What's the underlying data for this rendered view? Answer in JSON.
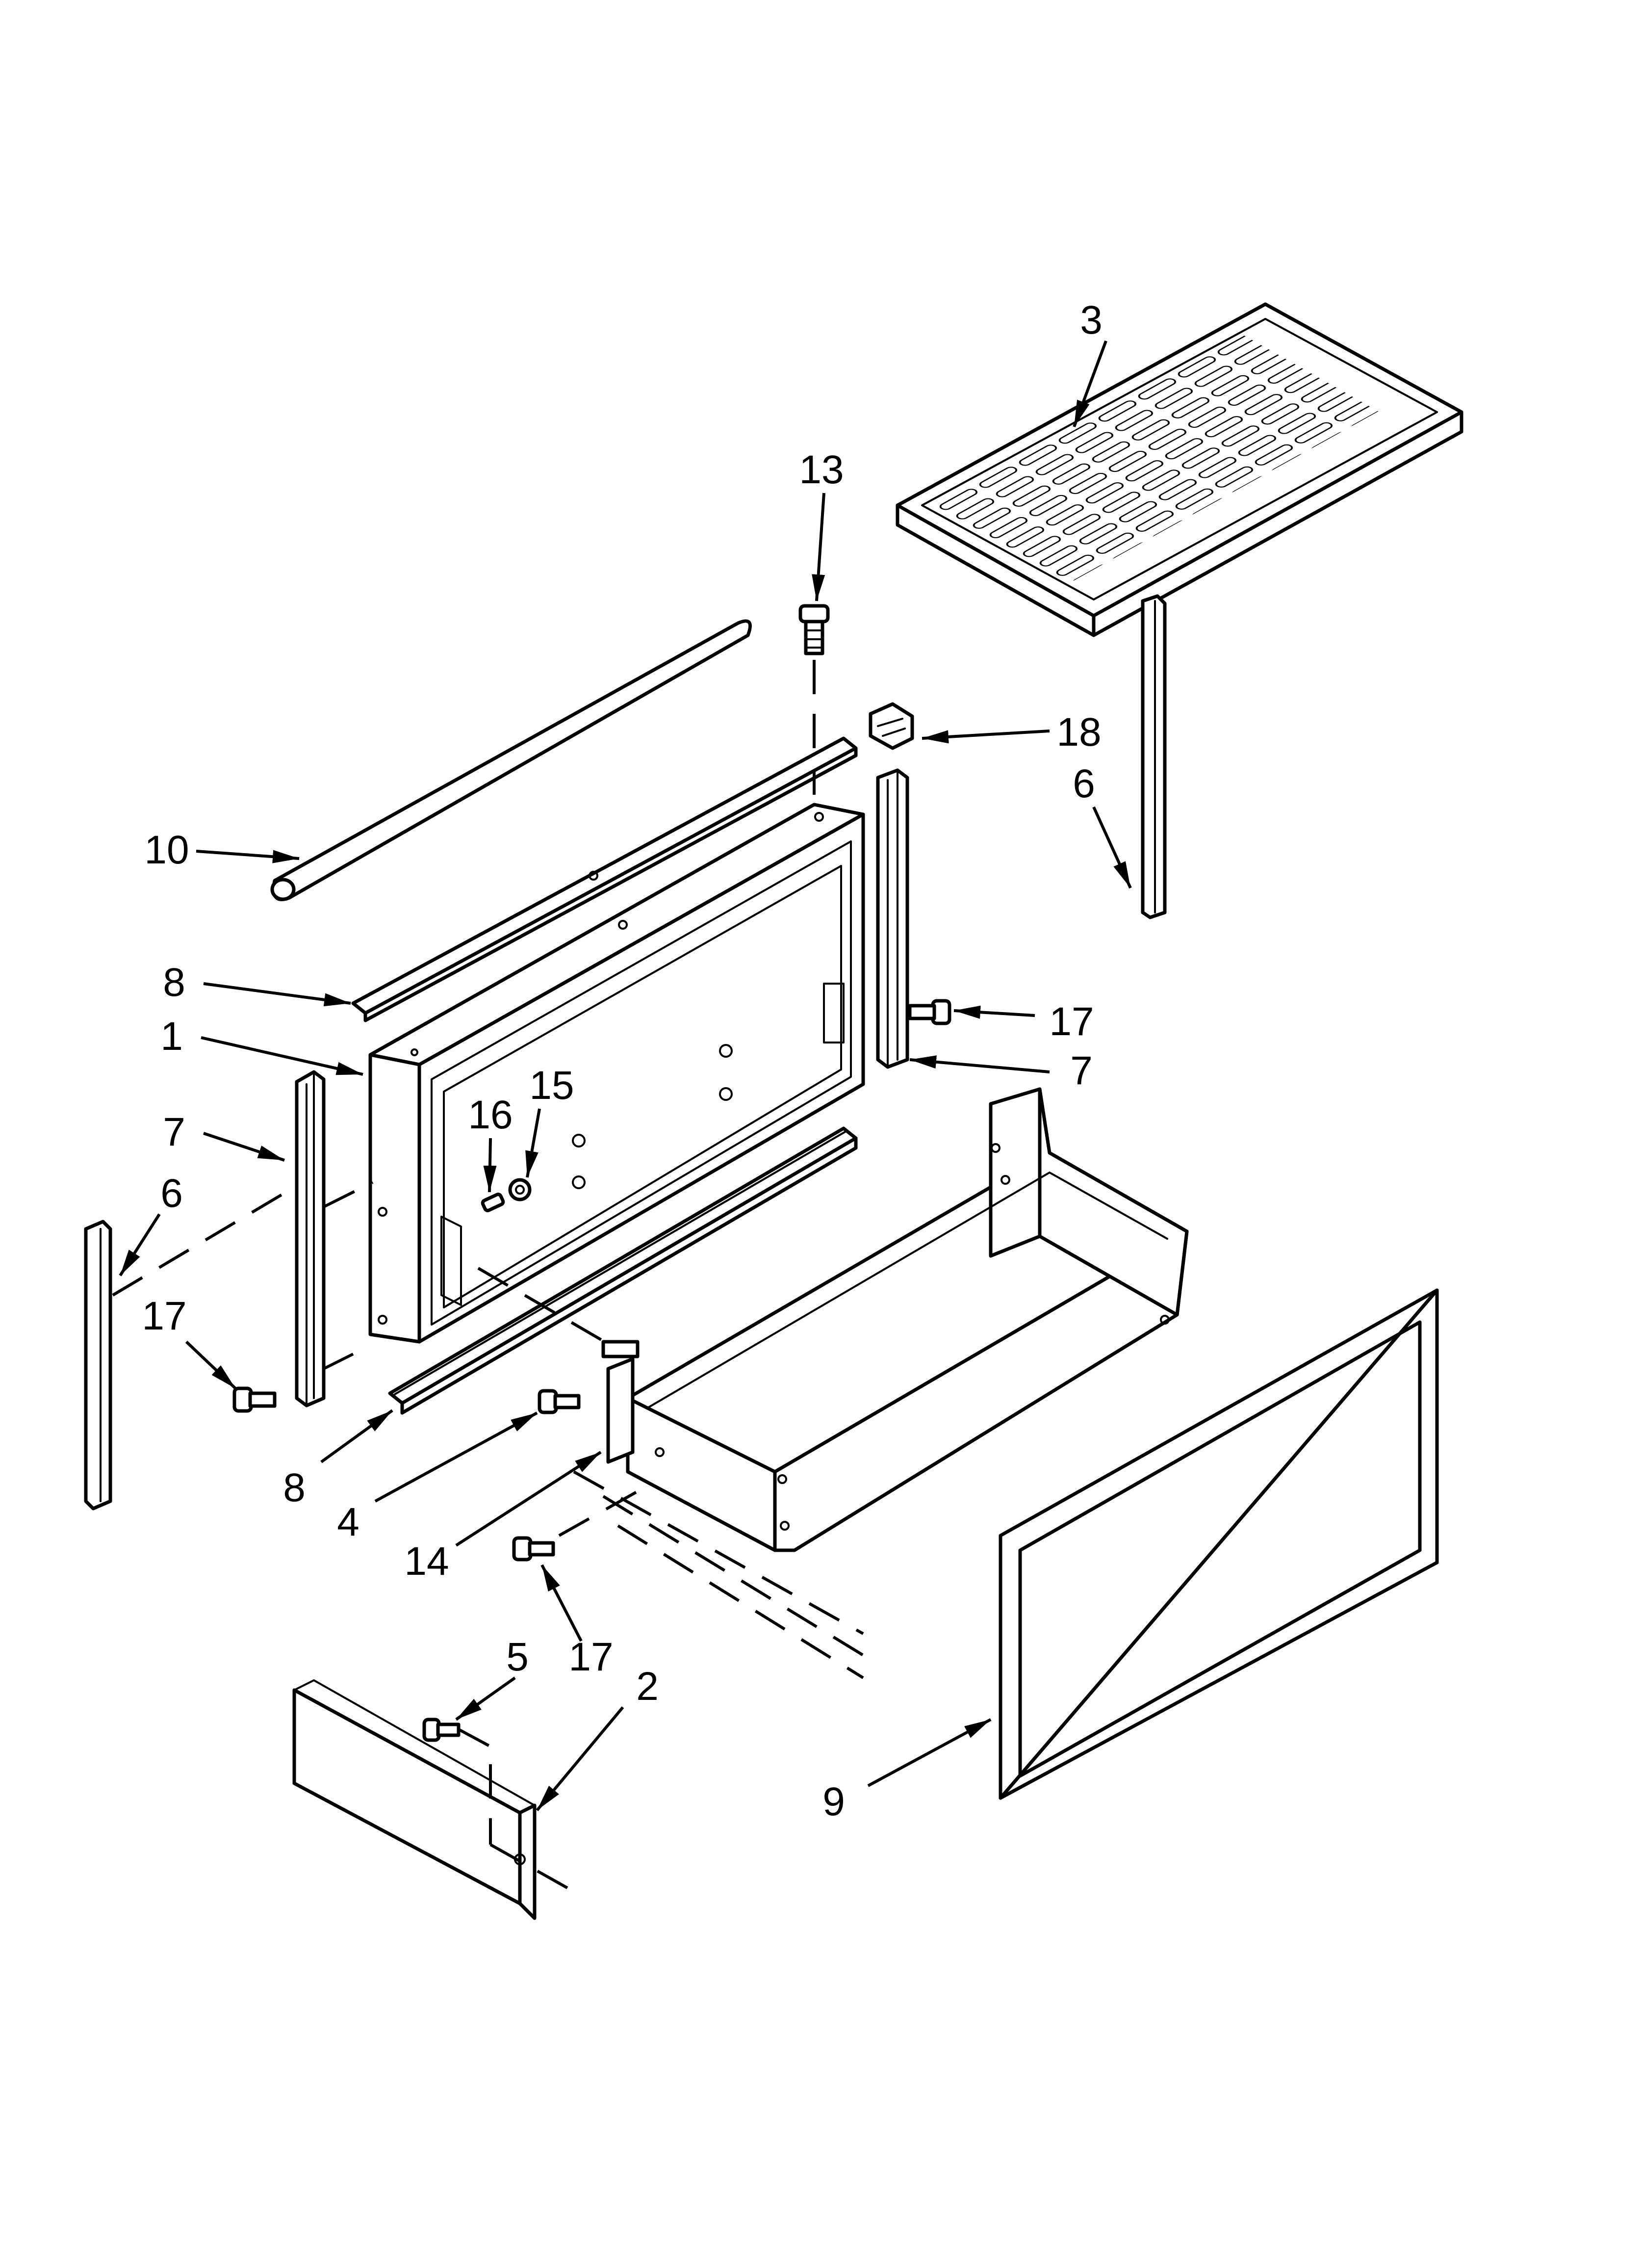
{
  "callouts": [
    {
      "id": "1",
      "label": "1"
    },
    {
      "id": "2",
      "label": "2"
    },
    {
      "id": "3",
      "label": "3"
    },
    {
      "id": "4",
      "label": "4"
    },
    {
      "id": "5",
      "label": "5"
    },
    {
      "id": "6a",
      "label": "6"
    },
    {
      "id": "6b",
      "label": "6"
    },
    {
      "id": "7a",
      "label": "7"
    },
    {
      "id": "7b",
      "label": "7"
    },
    {
      "id": "8a",
      "label": "8"
    },
    {
      "id": "8b",
      "label": "8"
    },
    {
      "id": "9",
      "label": "9"
    },
    {
      "id": "10",
      "label": "10"
    },
    {
      "id": "13",
      "label": "13"
    },
    {
      "id": "14",
      "label": "14"
    },
    {
      "id": "15",
      "label": "15"
    },
    {
      "id": "16",
      "label": "16"
    },
    {
      "id": "17a",
      "label": "17"
    },
    {
      "id": "17b",
      "label": "17"
    },
    {
      "id": "17c",
      "label": "17"
    },
    {
      "id": "18",
      "label": "18"
    }
  ]
}
